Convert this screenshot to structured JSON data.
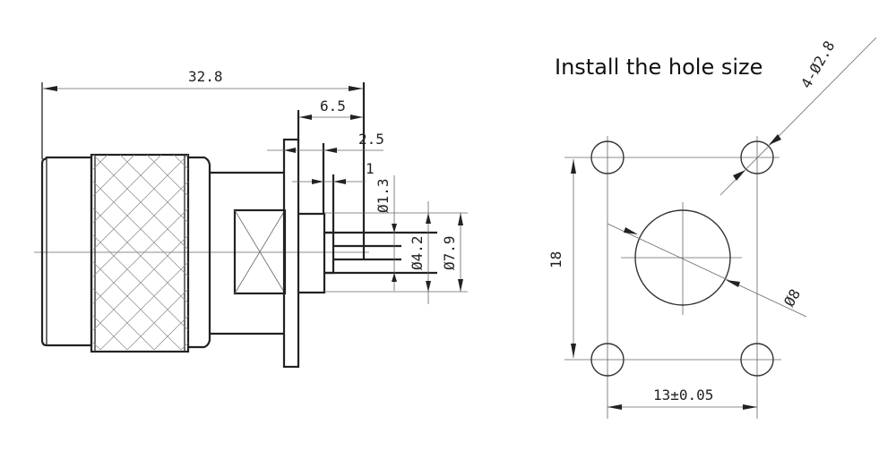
{
  "side_view": {
    "dimensions": {
      "overall_length": "32.8",
      "flange_to_end": "6.5",
      "flange_step": "2.5",
      "step_small": "1",
      "pin_diameter": "Ø1.3",
      "insulator_diameter": "Ø4.2",
      "outer_diameter": "Ø7.9"
    }
  },
  "mounting_view": {
    "title": "Install the hole size",
    "dimensions": {
      "hole_count_diameter": "4-Ø2.8",
      "center_hole_diameter": "Ø8",
      "vertical_spacing": "18",
      "horizontal_spacing": "13±0.05"
    }
  },
  "colors": {
    "line": "#222222",
    "background": "#ffffff"
  }
}
